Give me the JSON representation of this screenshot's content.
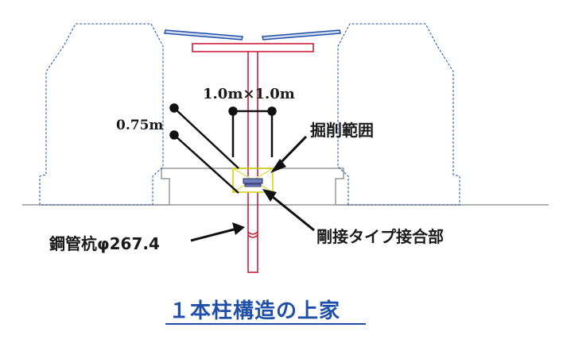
{
  "diagram": {
    "labels": {
      "span": "1.0m×1.0m",
      "depth": "0.75m",
      "excavation": "掘削範囲",
      "joint": "剛接タイプ接合部",
      "pile": "鋼管杭φ267.4"
    },
    "title": "１本柱構造の上家",
    "colors": {
      "structure": "#c8102e",
      "outline": "#1f4fa8",
      "excavation": "#d4d000",
      "ground": "#999999",
      "title": "#1f4fa8"
    }
  }
}
